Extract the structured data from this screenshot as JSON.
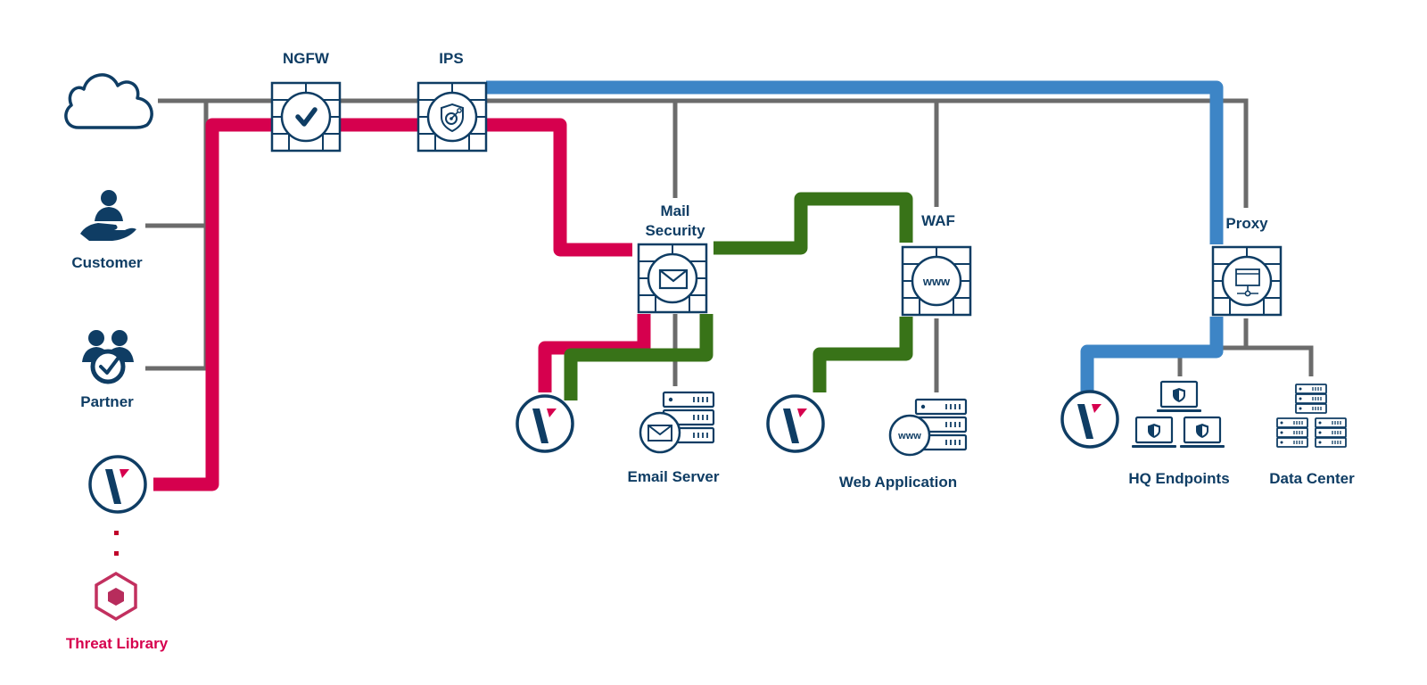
{
  "diagram": {
    "title": "Network security architecture",
    "colors": {
      "navy": "#0f3d64",
      "gray_link": "#6b6b6b",
      "red_path": "#d6004e",
      "green_path": "#387318",
      "blue_path": "#3d85c6",
      "threat": "#d6004e"
    },
    "sources": [
      {
        "id": "internet",
        "label": "",
        "icon": "cloud-icon"
      },
      {
        "id": "customer",
        "label": "Customer",
        "icon": "customer-hand-icon"
      },
      {
        "id": "partner",
        "label": "Partner",
        "icon": "partner-check-icon"
      },
      {
        "id": "venafi-source",
        "label": "",
        "icon": "venafi-logo-icon"
      },
      {
        "id": "threat-library",
        "label": "Threat Library",
        "icon": "hexagon-icon"
      }
    ],
    "appliances": [
      {
        "id": "ngfw",
        "label": "NGFW",
        "icon": "checkmark-icon"
      },
      {
        "id": "ips",
        "label": "IPS",
        "icon": "shield-target-icon"
      },
      {
        "id": "mail-security",
        "label_line1": "Mail",
        "label_line2": "Security",
        "icon": "envelope-icon"
      },
      {
        "id": "waf",
        "label": "WAF",
        "icon": "www-icon"
      },
      {
        "id": "proxy",
        "label": "Proxy",
        "icon": "browser-network-icon"
      }
    ],
    "destinations": [
      {
        "id": "email-server",
        "label": "Email Server",
        "icon": "email-server-icon"
      },
      {
        "id": "web-application",
        "label": "Web Application",
        "icon": "web-server-icon"
      },
      {
        "id": "hq-endpoints",
        "label": "HQ Endpoints",
        "icon": "laptops-shield-icon"
      },
      {
        "id": "data-center",
        "label": "Data Center",
        "icon": "server-racks-icon"
      }
    ],
    "venafi_nodes": [
      "venafi-source",
      "venafi-mail",
      "venafi-waf",
      "venafi-proxy"
    ],
    "www_text": "www"
  }
}
